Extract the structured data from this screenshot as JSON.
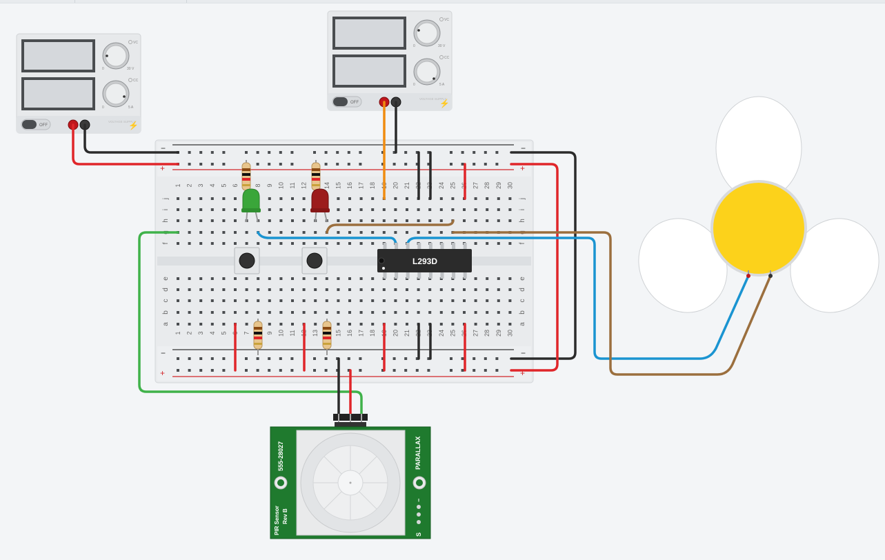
{
  "canvas": {
    "background": "#f3f5f7"
  },
  "power_supply_left": {
    "voltage_knob_max": "30 V",
    "current_knob_max": "5 A",
    "knob_min": "0",
    "vc_label": "VC",
    "cc_label": "CC",
    "switch_label": "OFF",
    "brand": "VOLTAGE SUPPLY"
  },
  "power_supply_top": {
    "voltage_knob_max": "30 V",
    "current_knob_max": "5 A",
    "knob_min": "0",
    "vc_label": "VC",
    "cc_label": "CC",
    "switch_label": "OFF",
    "brand": "VOLTAGE SUPPLY"
  },
  "breadboard": {
    "rail_minus": "−",
    "rail_plus": "+",
    "row_letters_top": [
      "j",
      "i",
      "h",
      "g",
      "f"
    ],
    "row_letters_bottom": [
      "e",
      "d",
      "c",
      "b",
      "a"
    ],
    "columns": [
      "1",
      "2",
      "3",
      "4",
      "5",
      "6",
      "7",
      "8",
      "9",
      "10",
      "11",
      "12",
      "13",
      "14",
      "15",
      "16",
      "17",
      "18",
      "19",
      "20",
      "21",
      "22",
      "23",
      "24",
      "25",
      "26",
      "27",
      "28",
      "29",
      "30"
    ]
  },
  "ic": {
    "label": "L293D"
  },
  "pir_sensor": {
    "part_number": "555-28027",
    "brand": "PARALLAX",
    "name_line1": "PIR Sensor",
    "name_line2": "Rev B",
    "pin_labels": [
      "−",
      "+",
      "S"
    ]
  },
  "colors": {
    "wire_red": "#e0262a",
    "wire_black": "#2b2b2b",
    "wire_green": "#3fb24a",
    "wire_blue": "#1a94d1",
    "wire_brown": "#9b6f3e",
    "wire_orange": "#f08c10",
    "fan_hub": "#fcd21b",
    "pir_board": "#1f7a2e"
  }
}
